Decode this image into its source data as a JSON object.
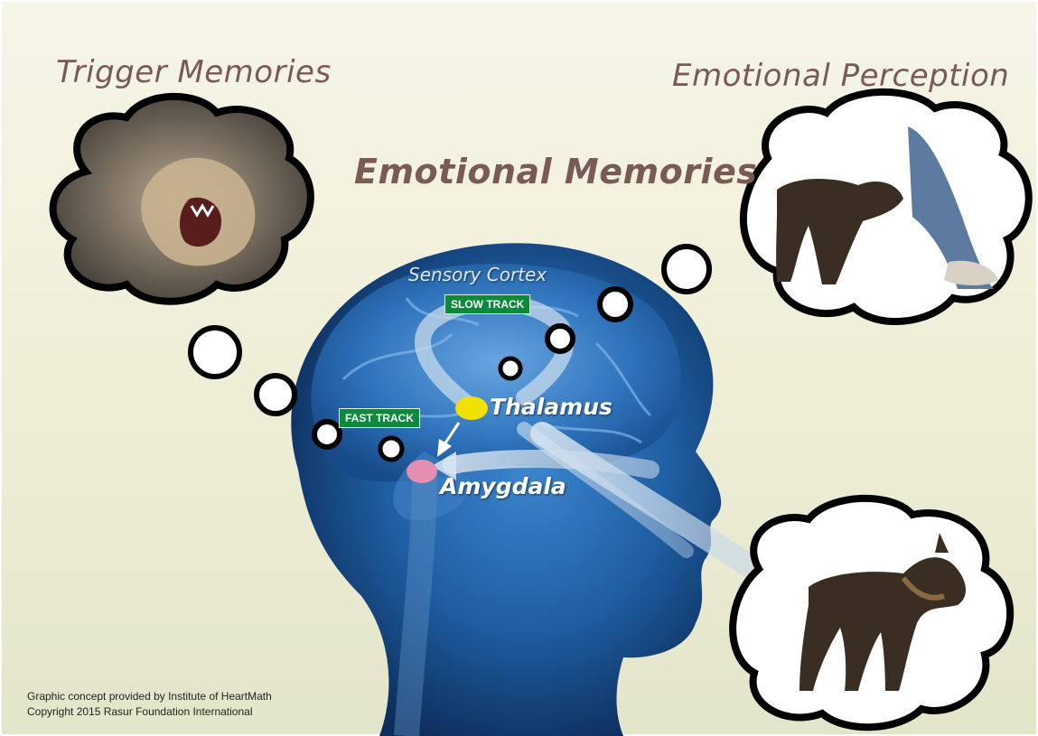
{
  "headings": {
    "trigger": "Trigger Memories",
    "perception": "Emotional Perception",
    "memories": "Emotional Memories"
  },
  "brain_labels": {
    "sensory_cortex": "Sensory Cortex",
    "thalamus": "Thalamus",
    "amygdala": "Amygdala"
  },
  "tracks": {
    "slow": "SLOW TRACK",
    "fast": "FAST TRACK"
  },
  "credits": {
    "line1": "Graphic concept provided by Institute of HeartMath",
    "line2": "Copyright 2015 Rasur Foundation International"
  },
  "colors": {
    "heading": "#7a5a55",
    "thalamus": "#f2e000",
    "amygdala": "#e58fb0",
    "track_tag": "#0c8a3c",
    "head": "#1f5fa3"
  }
}
